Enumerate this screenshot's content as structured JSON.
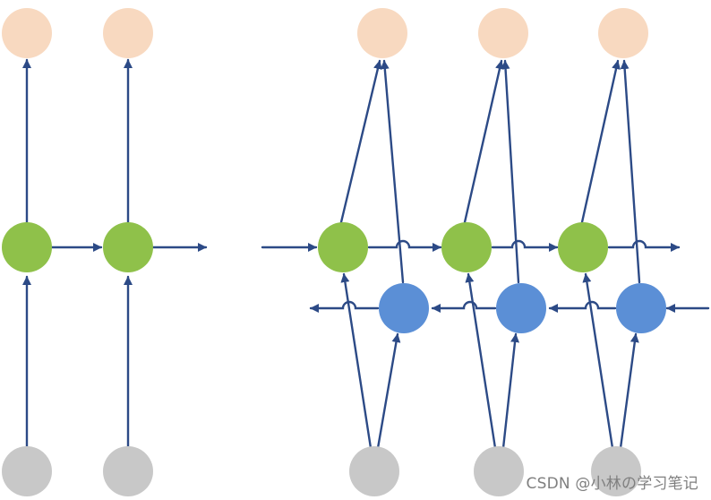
{
  "watermark": {
    "text": "CSDN @小林の学习笔记"
  },
  "colors": {
    "edge": "#2c4a86",
    "output_node": "#f8d9c0",
    "forward_hidden_node": "#8fc14a",
    "backward_hidden_node": "#5b8fd6",
    "input_node": "#c8c8c8",
    "watermark": "#7f7f7f"
  },
  "diagram": {
    "panels": [
      {
        "name": "unidirectional-rnn",
        "timesteps": 2,
        "has_backward_layer": false
      },
      {
        "name": "bidirectional-rnn",
        "timesteps": 3,
        "has_backward_layer": true
      }
    ]
  }
}
